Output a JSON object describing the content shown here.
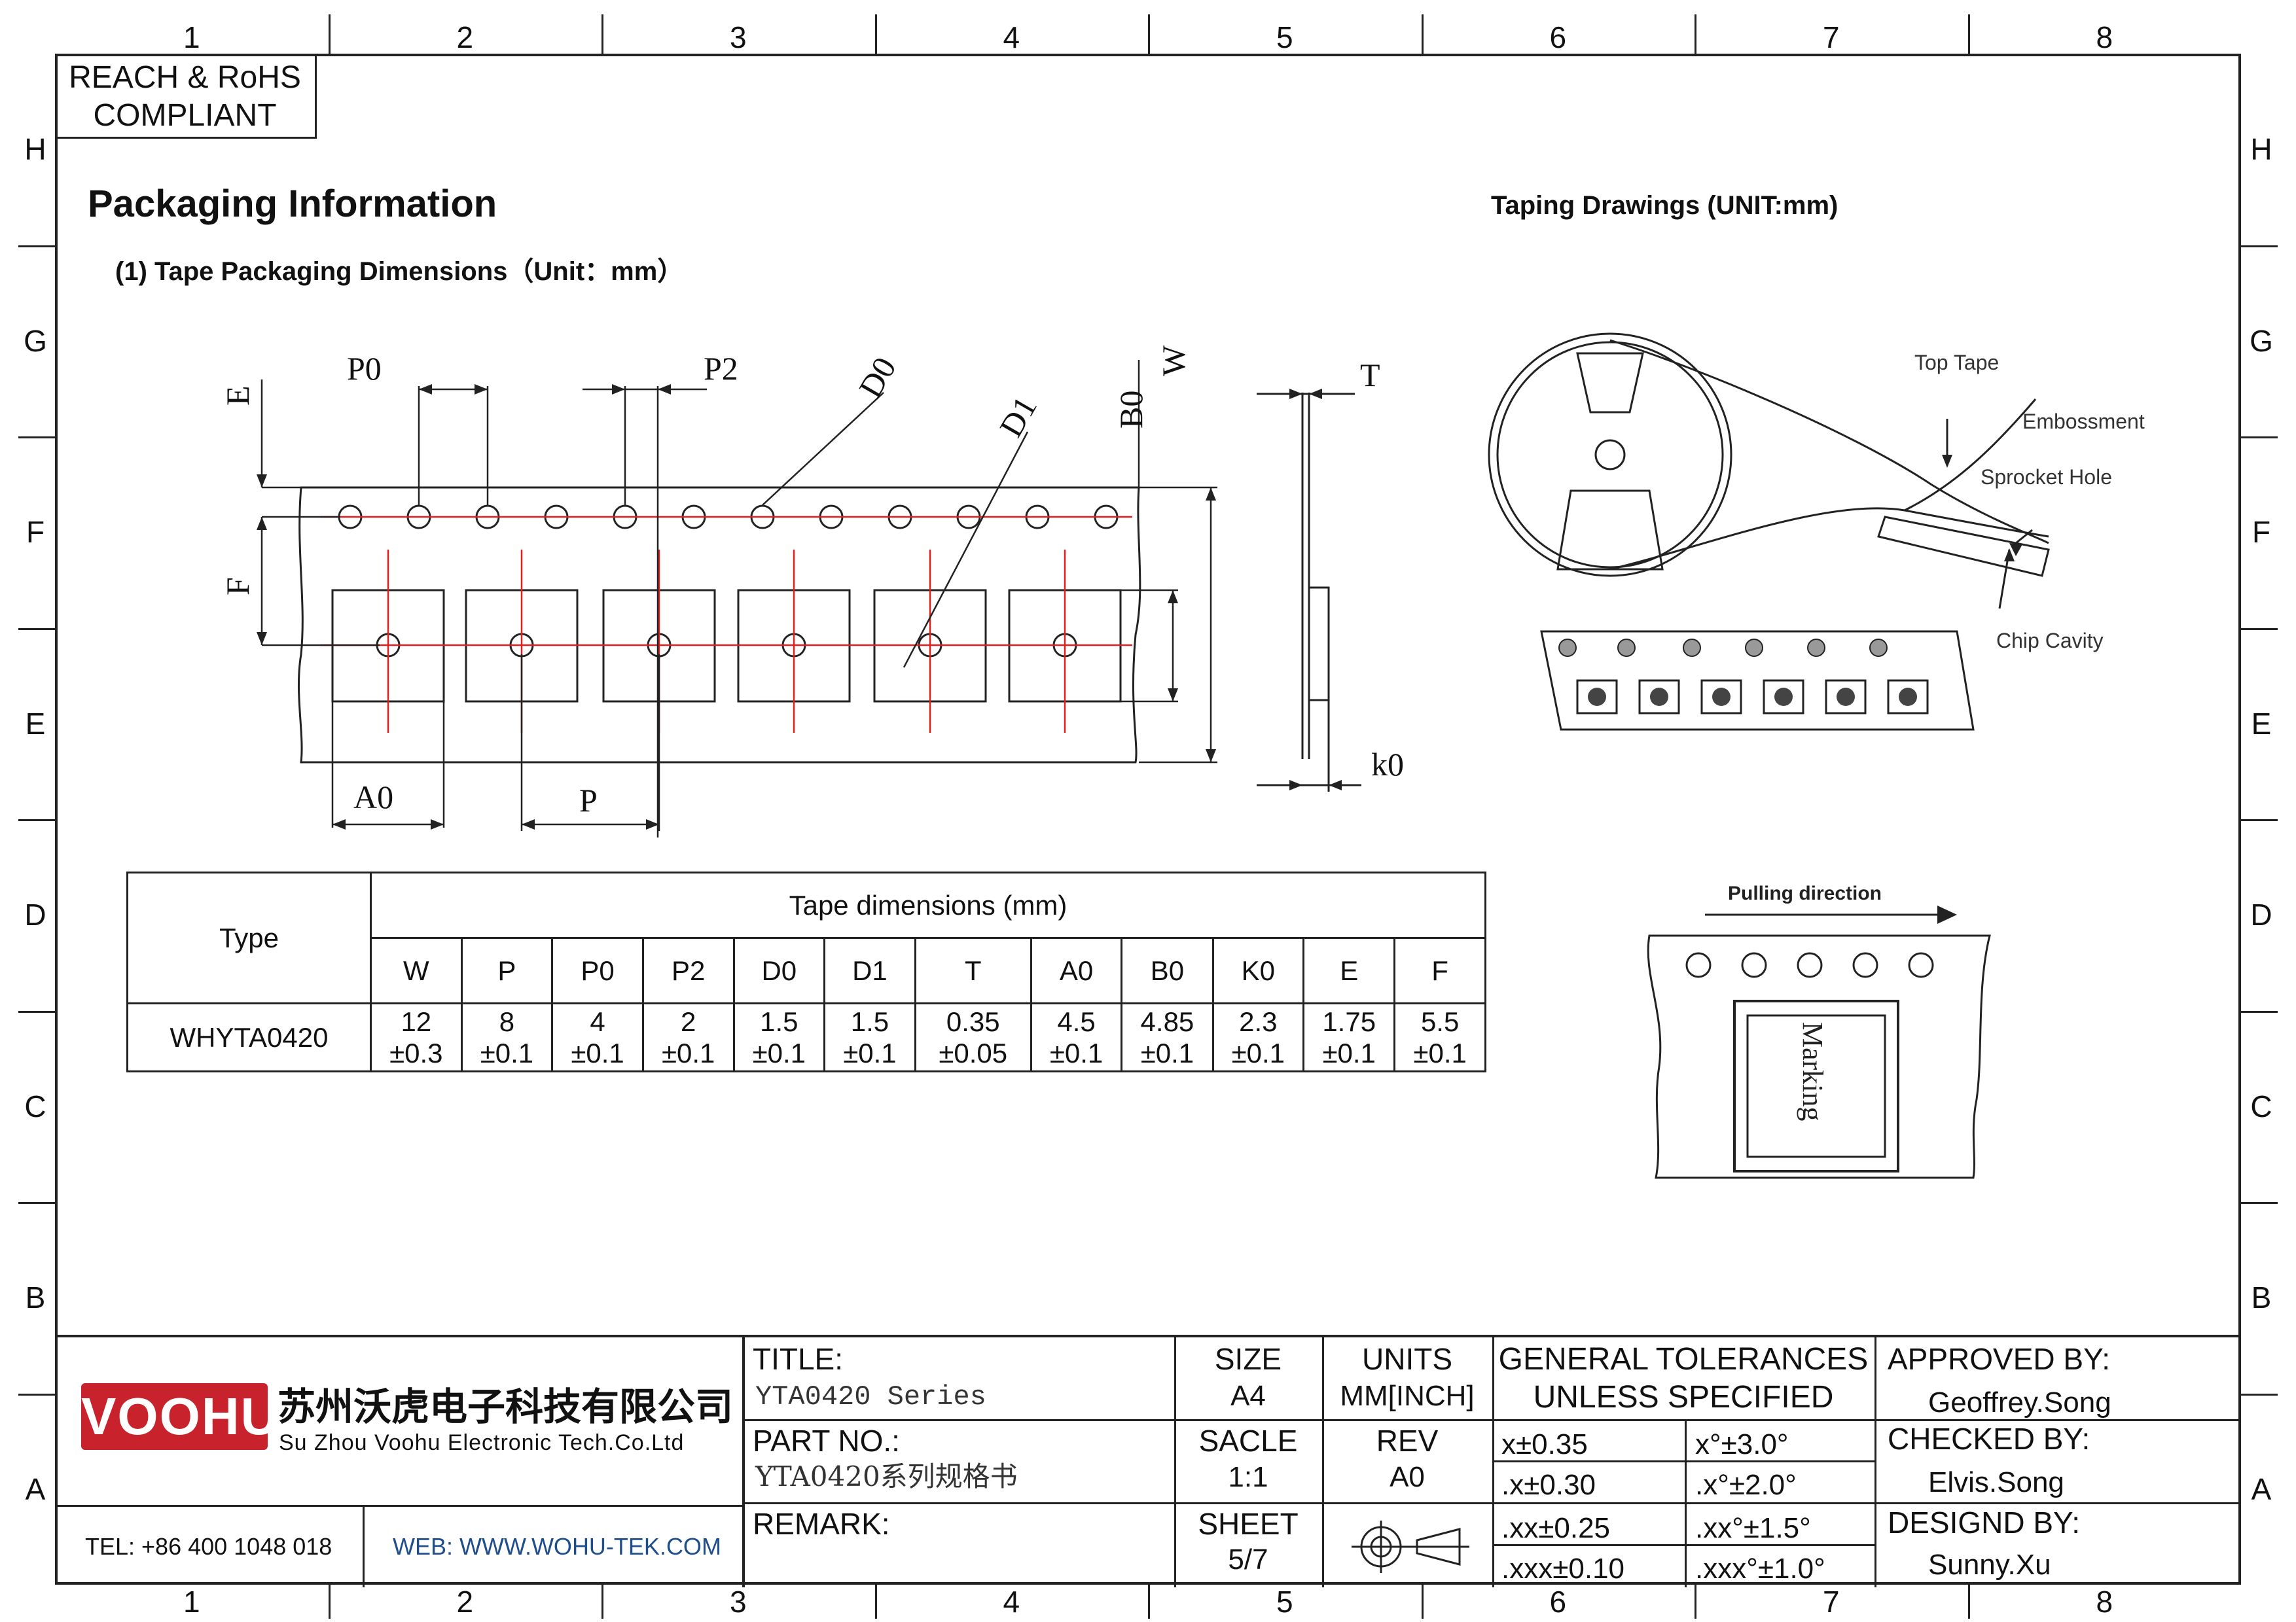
{
  "zones": {
    "columns": [
      "1",
      "2",
      "3",
      "4",
      "5",
      "6",
      "7",
      "8"
    ],
    "rows": [
      "H",
      "G",
      "F",
      "E",
      "D",
      "C",
      "B",
      "A"
    ]
  },
  "compliance": {
    "line1": "REACH & RoHS",
    "line2": "COMPLIANT"
  },
  "page_title": "Packaging Information",
  "section_title": "(1) Tape Packaging Dimensions（Unit：mm）",
  "taping_title": "Taping Drawings (UNIT:mm)",
  "tape_drawing_labels": {
    "E": "E",
    "P0": "P0",
    "P2": "P2",
    "D0": "D0",
    "D1": "D1",
    "B0": "B0",
    "W": "W",
    "T": "T",
    "F": "F",
    "A0": "A0",
    "P": "P",
    "k0": "k0"
  },
  "reel_labels": {
    "top_tape": "Top Tape",
    "embossment": "Embossment",
    "sprocket_hole": "Sprocket Hole",
    "chip_cavity": "Chip Cavity"
  },
  "pulling": {
    "label": "Pulling direction",
    "marking": "Marking"
  },
  "dimension_table": {
    "type_header": "Type",
    "group_header": "Tape dimensions (mm)",
    "columns": [
      "W",
      "P",
      "P0",
      "P2",
      "D0",
      "D1",
      "T",
      "A0",
      "B0",
      "K0",
      "E",
      "F"
    ],
    "rows": [
      {
        "type": "WHYTA0420",
        "values": [
          "12",
          "8",
          "4",
          "2",
          "1.5",
          "1.5",
          "0.35",
          "4.5",
          "4.85",
          "2.3",
          "1.75",
          "5.5"
        ],
        "tolerances": [
          "±0.3",
          "±0.1",
          "±0.1",
          "±0.1",
          "±0.1",
          "±0.1",
          "±0.05",
          "±0.1",
          "±0.1",
          "±0.1",
          "±0.1",
          "±0.1"
        ]
      }
    ]
  },
  "title_block": {
    "logo": "VOOHU",
    "company_cn": "苏州沃虎电子科技有限公司",
    "company_en": "Su Zhou Voohu Electronic Tech.Co.Ltd",
    "tel": "TEL: +86 400 1048 018",
    "web": "WEB: WWW.WOHU-TEK.COM",
    "title_label": "TITLE:",
    "title_value": "YTA0420 Series",
    "part_label": "PART NO.:",
    "part_value": "YTA0420系列规格书",
    "remark_label": "REMARK:",
    "size_label": "SIZE",
    "size_value": "A4",
    "units_label": "UNITS",
    "units_value": "MM[INCH]",
    "scale_label": "SACLE",
    "scale_value": "1:1",
    "rev_label": "REV",
    "rev_value": "A0",
    "sheet_label": "SHEET",
    "sheet_value": "5/7",
    "tol_title1": "GENERAL TOLERANCES",
    "tol_title2": "UNLESS SPECIFIED",
    "tolerances": [
      [
        "x±0.35",
        "x°±3.0°"
      ],
      [
        ".x±0.30",
        ".x°±2.0°"
      ],
      [
        ".xx±0.25",
        ".xx°±1.5°"
      ],
      [
        ".xxx±0.10",
        ".xxx°±1.0°"
      ]
    ],
    "approved_label": "APPROVED BY:",
    "approved_value": "Geoffrey.Song",
    "checked_label": "CHECKED BY:",
    "checked_value": "Elvis.Song",
    "designed_label": "DESIGND BY:",
    "designed_value": "Sunny.Xu"
  },
  "colors": {
    "logo_red": "#c8232c",
    "web_blue": "#1f4e8c",
    "centerline_red": "#e02020"
  }
}
